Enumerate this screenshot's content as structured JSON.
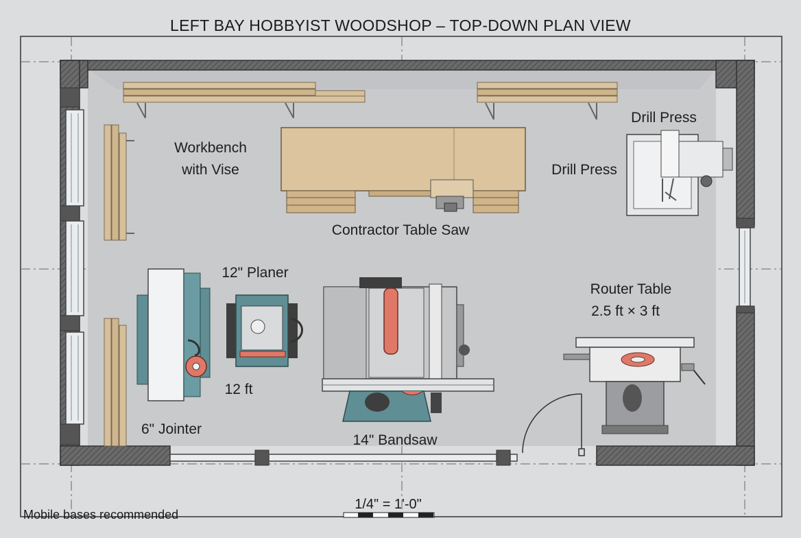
{
  "title": "LEFT BAY HOBBYIST WOODSHOP – TOP-DOWN PLAN VIEW",
  "labels": {
    "workbench": [
      "Workbench",
      "with Vise"
    ],
    "drill_press_top": "Drill Press",
    "drill_press_side": "Drill Press",
    "table_saw": "Contractor Table Saw",
    "planer": "12\" Planer",
    "planer_dim": "12 ft",
    "jointer": "6\" Jointer",
    "bandsaw": "14\" Bandsaw",
    "router_table": [
      "Router Table",
      "2.5 ft × 3 ft"
    ]
  },
  "scale_label": "1/4\" = 1'-0\"",
  "footnote": "Mobile bases recommended",
  "colors": {
    "wall": "#5a5a5a",
    "floor": "#c9cacc",
    "wood": "#d8c09a",
    "machine_teal": "#5f8e95",
    "blade_red": "#e07868"
  }
}
